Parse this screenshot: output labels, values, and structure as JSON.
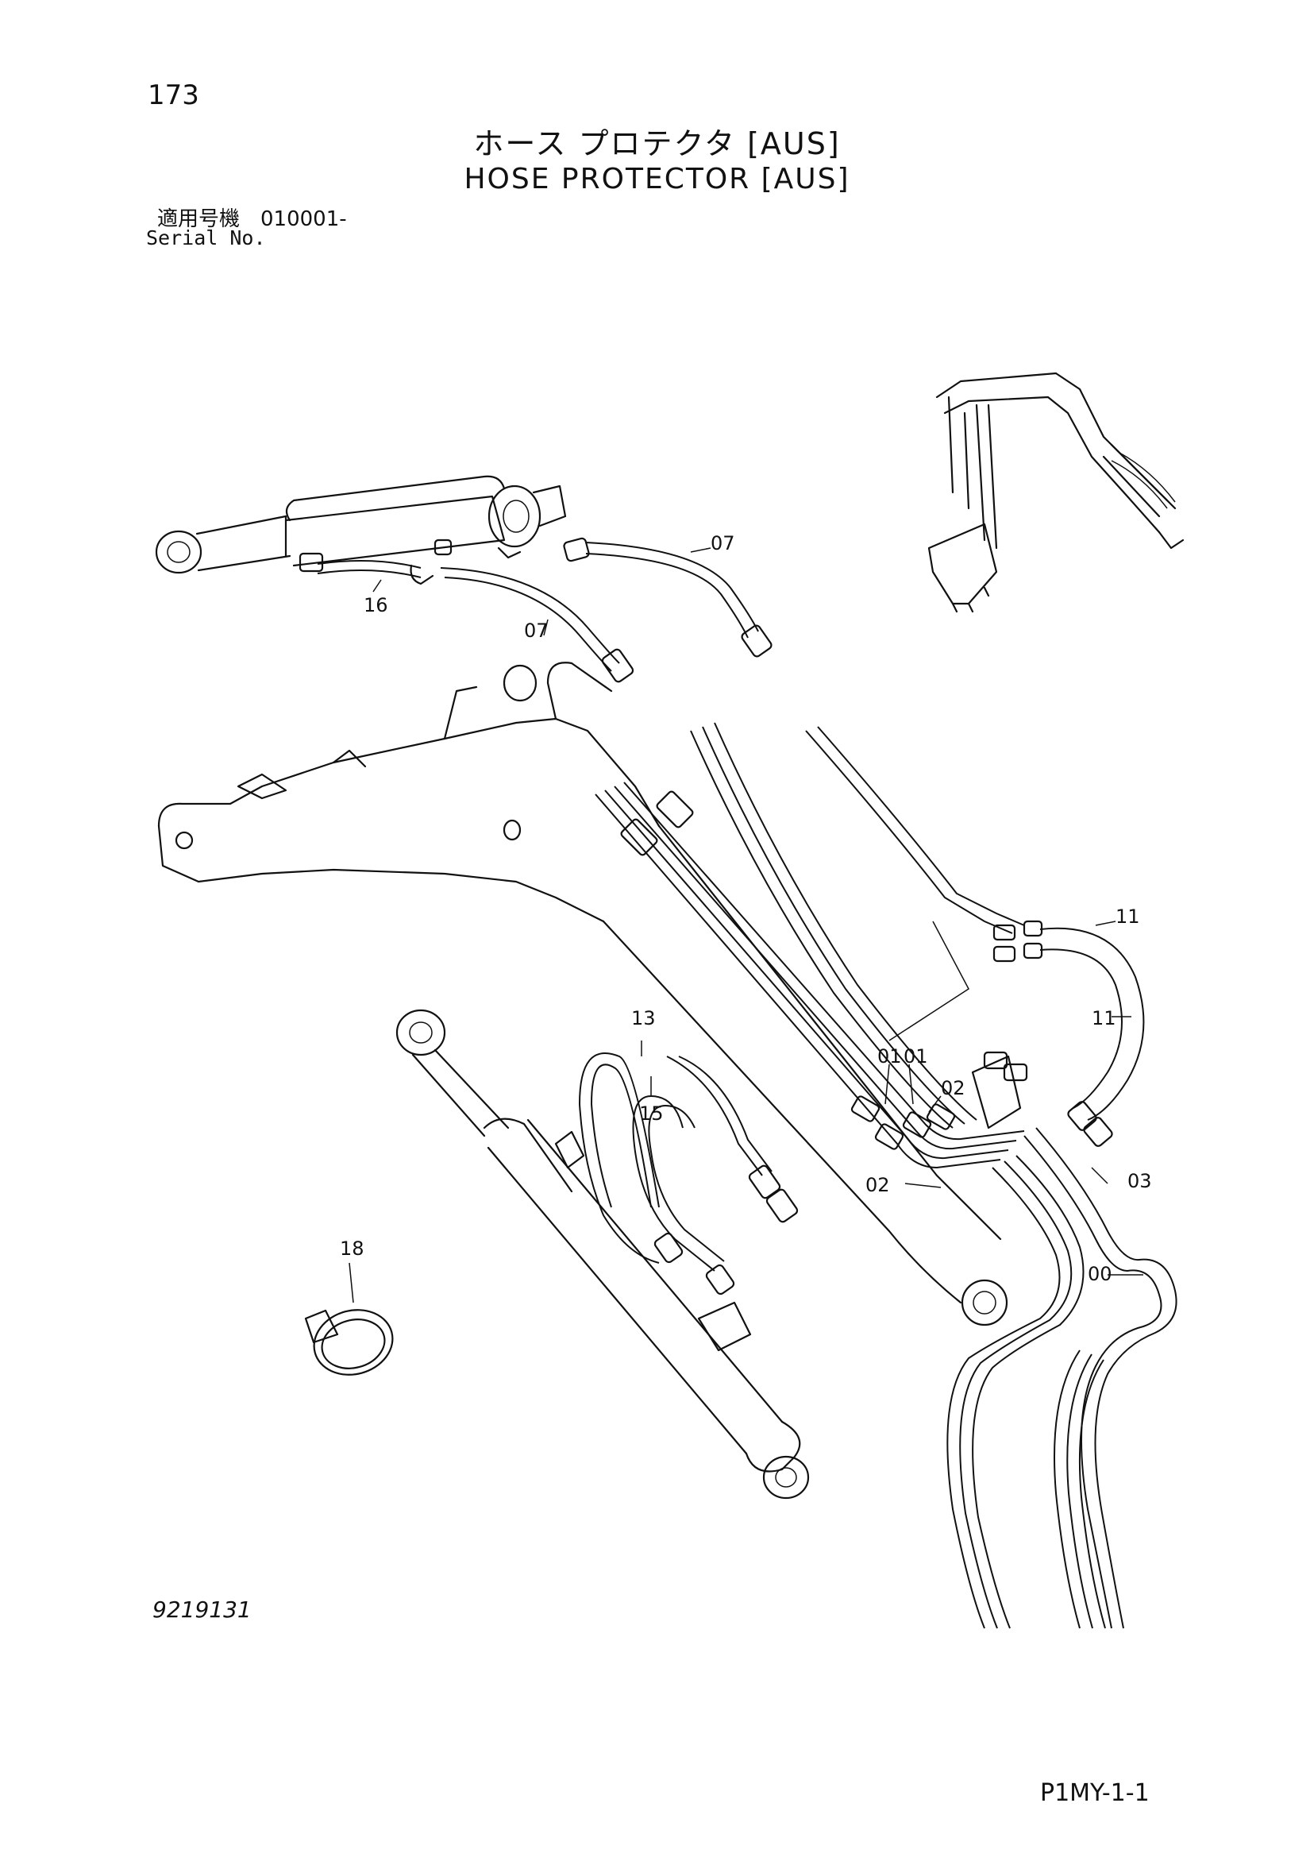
{
  "page": {
    "number": "173",
    "title_jp": "ホース プロテクタ [AUS]",
    "title_en": "HOSE PROTECTOR [AUS]",
    "serial_label_jp": "適用号機",
    "serial_value": "010001-",
    "serial_label_en": "Serial No.",
    "figure_number": "9219131",
    "document_id": "P1MY-1-1"
  },
  "callouts": {
    "c07a": "07",
    "c16": "16",
    "c07b": "07",
    "c11a": "11",
    "c11b": "11",
    "c13": "13",
    "c15": "15",
    "c01a": "01",
    "c01b": "01",
    "c02a": "02",
    "c02b": "02",
    "c03": "03",
    "c00": "00",
    "c18": "18"
  }
}
